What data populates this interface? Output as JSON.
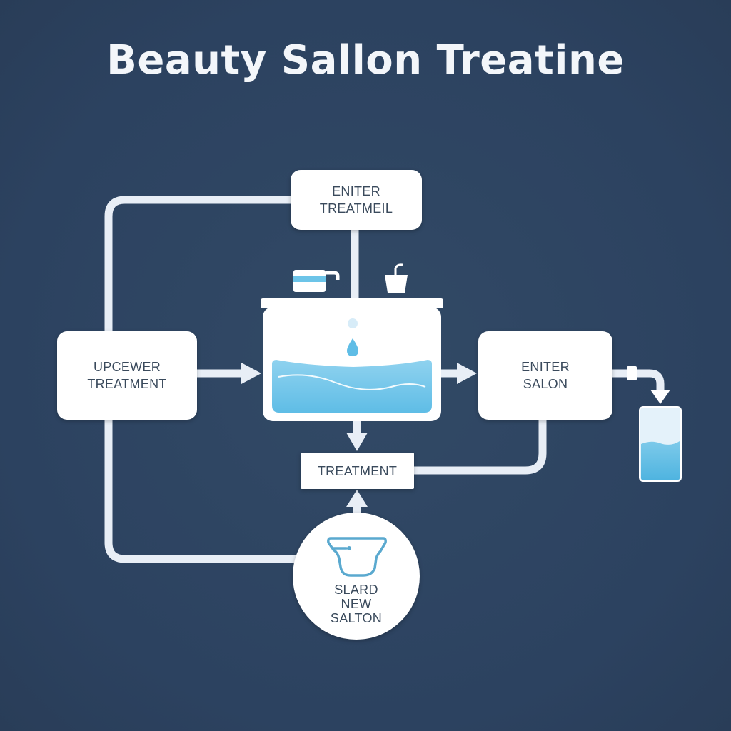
{
  "title": "Beauty Sallon Treatine",
  "nodes": {
    "enter_treatment": {
      "line1": "ENITER",
      "line2": "TREATMEIL"
    },
    "upcewer_treatment": {
      "line1": "UPCEWER",
      "line2": "TREATMENT"
    },
    "enter_salon": {
      "line1": "ENITER",
      "line2": "SALON"
    },
    "treatment": {
      "label": "TREATMENT"
    },
    "slard_new_salton": {
      "line1": "SLARD",
      "line2": "NEW",
      "line3": "SALTON"
    }
  },
  "colors": {
    "background": "#2f4560",
    "node_fill": "#ffffff",
    "connector": "#e8eef6",
    "water": "#6cc4e8",
    "water_light": "#a8ddf3",
    "icon_stroke": "#5aa9cf",
    "text": "#3a4a5c",
    "title": "#f3f6fa"
  },
  "icons": [
    "faucet-icon",
    "cup-icon",
    "water-drop-icon",
    "basin-icon",
    "pipe-icon",
    "water-glass-icon",
    "hair-clip-icon"
  ]
}
